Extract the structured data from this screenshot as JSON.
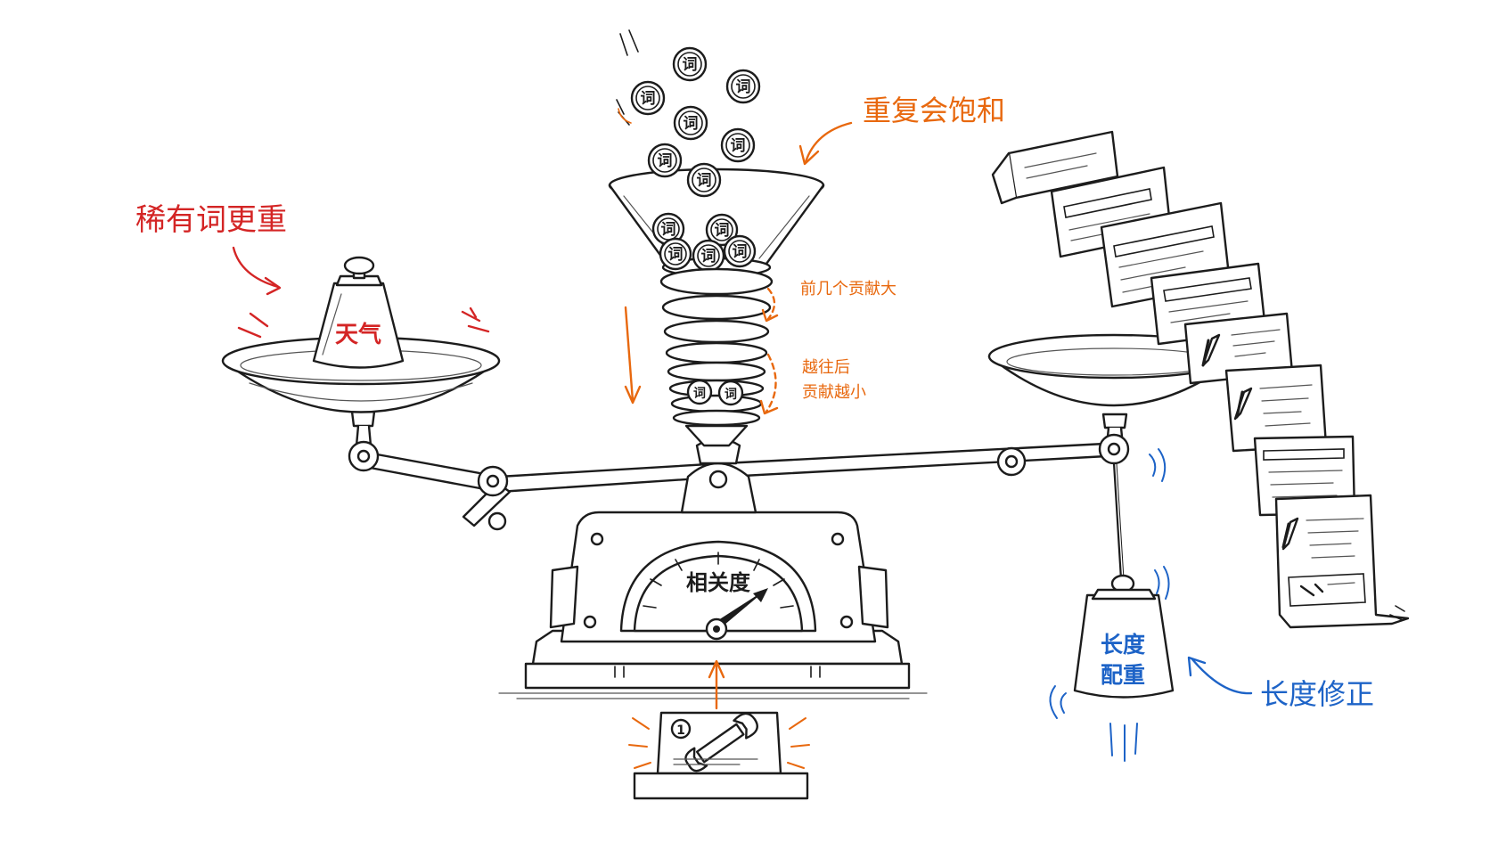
{
  "annotations": {
    "rare_words": "稀有词更重",
    "saturation": "重复会饱和",
    "first_few": "前几个贡献大",
    "later_line1": "越往后",
    "later_line2": "贡献越小",
    "length_correction": "长度修正"
  },
  "left_weight_label": "天气",
  "gauge_label": "相关度",
  "coin_label": "词",
  "counter_weight": {
    "line1": "长度",
    "line2": "配重"
  },
  "base_card_number": "1",
  "colors": {
    "red": "#d42525",
    "orange": "#e8680e",
    "blue": "#1d63c7",
    "ink": "#1c1c1c"
  },
  "icons": [
    "wrench-icon",
    "weight-icon",
    "funnel-icon",
    "spring-icon",
    "gauge-icon",
    "document-icon",
    "arrow-icon"
  ]
}
